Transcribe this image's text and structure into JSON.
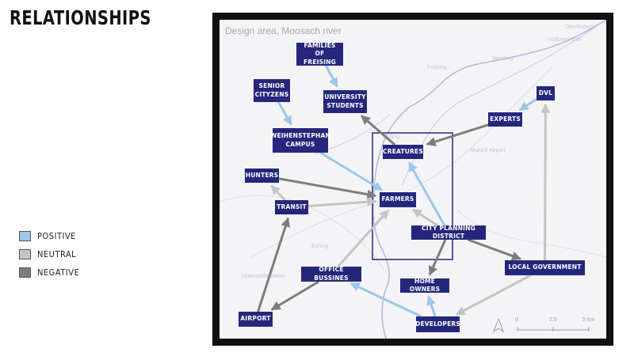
{
  "title": "RELATIONSHIPS",
  "legend": [
    {
      "label": "POSITIVE",
      "color": "#9cc6ea"
    },
    {
      "label": "NEUTRAL",
      "color": "#c4c4c4"
    },
    {
      "label": "NEGATIVE",
      "color": "#7d7d7d"
    }
  ],
  "map": {
    "title": "Design area, Moosach river",
    "places": [
      "Oberhummel",
      "Freising",
      "Marzling",
      "Pulling",
      "Munich Airport",
      "Eching",
      "Unterschleißheim",
      "Hallbergmoos"
    ],
    "scale": {
      "zero": "0",
      "mid": "2,5",
      "end": "5 km"
    }
  },
  "nodes": {
    "families": "FAMILIES OF\nFREISING",
    "seniors": "SENIOR\nCITYZENS",
    "students": "UNIVERSITY\nSTUDENTS",
    "dvl": "DVL",
    "experts": "EXPERTS",
    "weihenstephan": "WEIHENSTEPHAN\nCAMPUS",
    "creatures": "CREATURES",
    "hunters": "HUNTERS",
    "farmers": "FARMERS",
    "transit": "TRANSIT",
    "city_planning": "CITY PLANNING DISTRICT",
    "local_government": "LOCAL GOVERNMENT",
    "office": "OFFICE BUSSINES",
    "home_owners": "HOME OWNERS",
    "airport": "AIRPORT",
    "developers": "DEVELOPERS"
  },
  "relationships": [
    {
      "from": "families",
      "to": "students",
      "type": "positive"
    },
    {
      "from": "seniors",
      "to": "weihenstephan",
      "type": "positive"
    },
    {
      "from": "weihenstephan",
      "to": "farmers",
      "type": "positive"
    },
    {
      "from": "city_planning",
      "to": "creatures",
      "type": "positive"
    },
    {
      "from": "dvl",
      "to": "experts",
      "type": "positive"
    },
    {
      "from": "developers",
      "to": "office",
      "type": "positive"
    },
    {
      "from": "developers",
      "to": "home_owners",
      "type": "positive"
    },
    {
      "from": "creatures",
      "to": "students",
      "type": "negative"
    },
    {
      "from": "experts",
      "to": "creatures",
      "type": "negative"
    },
    {
      "from": "hunters",
      "to": "farmers",
      "type": "negative"
    },
    {
      "from": "city_planning",
      "to": "local_government",
      "type": "negative"
    },
    {
      "from": "city_planning",
      "to": "home_owners",
      "type": "negative"
    },
    {
      "from": "office",
      "to": "airport",
      "type": "negative"
    },
    {
      "from": "airport",
      "to": "transit",
      "type": "negative"
    },
    {
      "from": "transit",
      "to": "hunters",
      "type": "neutral"
    },
    {
      "from": "transit",
      "to": "farmers",
      "type": "neutral"
    },
    {
      "from": "city_planning",
      "to": "farmers",
      "type": "neutral"
    },
    {
      "from": "office",
      "to": "farmers",
      "type": "neutral"
    },
    {
      "from": "local_government",
      "to": "dvl",
      "type": "neutral"
    },
    {
      "from": "local_government",
      "to": "developers",
      "type": "neutral"
    }
  ]
}
